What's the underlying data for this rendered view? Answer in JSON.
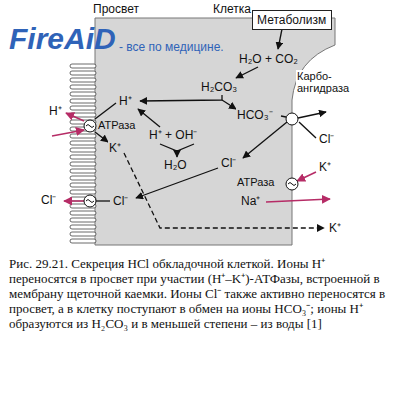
{
  "diagram": {
    "caption": "Рис. 29.21. Секреция HCl обкладочной клеткой. Ионы H⁺ переносятся в просвет при участии (H⁺–K⁺)-АТФазы, встроенной в мембрану щеточной каемки. Ионы Cl⁻ также активно переносятся в просвет, а в клетку поступают в обмен на ионы HCO₃⁻; ионы H⁺ образуются из H₂CO₃ и в меньшей степени – из воды [1]",
    "nodes": [
      {
        "text": [
          "Метаболизм"
        ]
      }
    ],
    "labels": [
      "Просвет",
      "Клетка",
      "FireAiD",
      "- все по медицине.",
      "H₂O + CO₂",
      "H₂CO₃",
      "Карбо- ангидраза",
      "H⁺",
      "H⁺",
      "HCO₃⁻",
      "АТРаза",
      "K⁺",
      "H⁺ + OH⁻",
      "H₂O",
      "Cl⁻",
      "Cl⁻",
      "K⁺",
      "АТРаза",
      "Na⁺",
      "K⁺",
      "Cl⁻",
      "Cl⁻"
    ]
  }
}
